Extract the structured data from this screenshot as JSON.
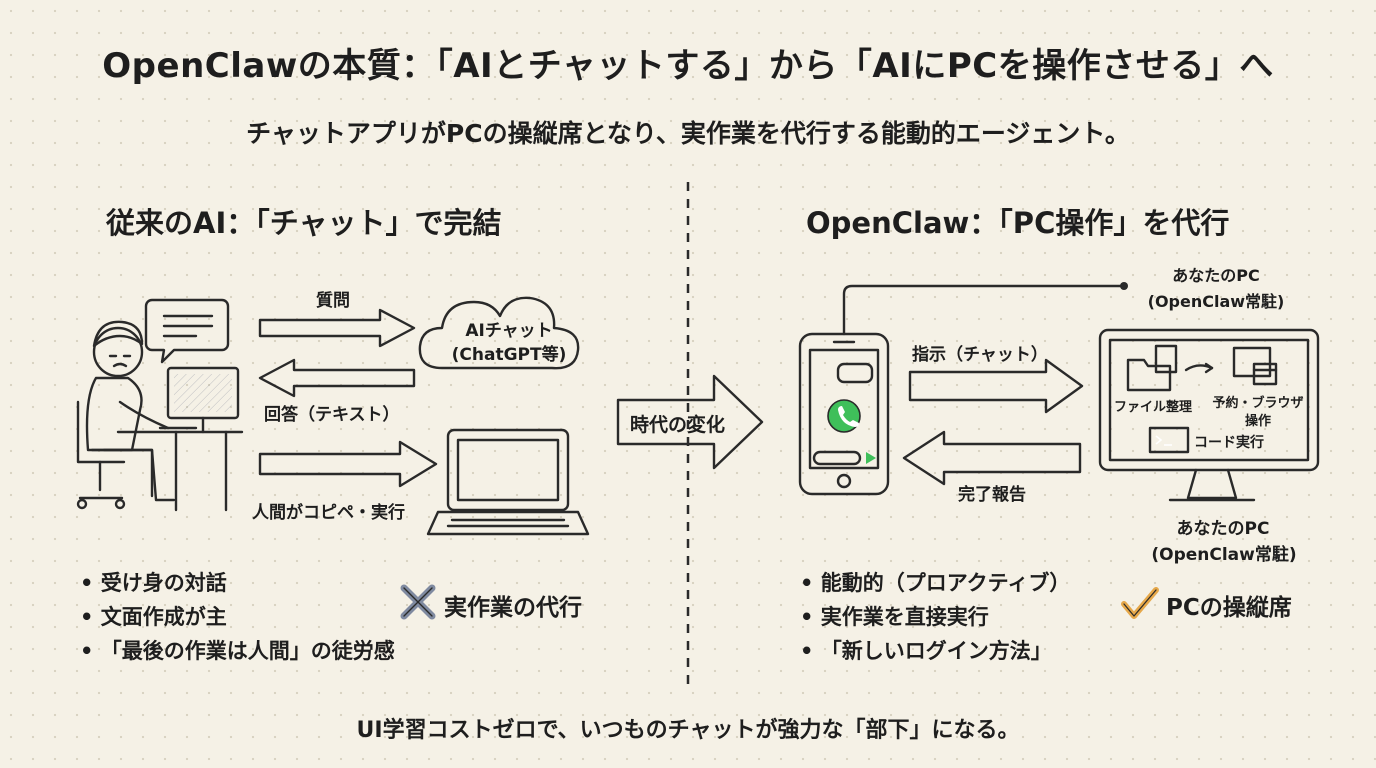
{
  "title": "OpenClawの本質：「AIとチャットする」から「AIにPCを操作させる」へ",
  "subtitle": "チャットアプリがPCの操縦席となり、実作業を代行する能動的エージェント。",
  "left": {
    "heading": "従来のAI：「チャット」で完結",
    "arrow_question": "質問",
    "arrow_answer": "回答（テキスト）",
    "arrow_copy": "人間がコピペ・実行",
    "cloud_line1": "AIチャット",
    "cloud_line2": "(ChatGPT等)",
    "bullets": [
      "受け身の対話",
      "文面作成が主",
      "「最後の作業は人間」の徒労感"
    ],
    "verdict": "実作業の代行",
    "verdict_icon": "cross-icon"
  },
  "center": {
    "label": "時代の変化"
  },
  "right": {
    "heading": "OpenClaw：「PC操作」を代行",
    "pc_label_top_1": "あなたのPC",
    "pc_label_top_2": "(OpenClaw常駐)",
    "pc_label_bottom_1": "あなたのPC",
    "pc_label_bottom_2": "(OpenClaw常駐)",
    "arrow_instruct": "指示（チャット）",
    "arrow_report": "完了報告",
    "screen_file": "ファイル整理",
    "screen_booking_1": "予約・ブラウザ",
    "screen_booking_2": "操作",
    "screen_code": "コード実行",
    "bullets": [
      "能動的（プロアクティブ）",
      "実作業を直接実行",
      "「新しいログイン方法」"
    ],
    "verdict": "PCの操縦席",
    "verdict_icon": "check-icon"
  },
  "footer": "UI学習コストゼロで、いつものチャットが強力な「部下」になる。",
  "colors": {
    "background": "#f5f1e6",
    "arrow_blue": "#c9d4e6",
    "arrow_yellow": "#f2d08a",
    "arrow_green_light": "#e6e2b8",
    "chat_green": "#8fd08a",
    "whatsapp_green": "#3fbf5a",
    "check_orange": "#e6a84a"
  }
}
